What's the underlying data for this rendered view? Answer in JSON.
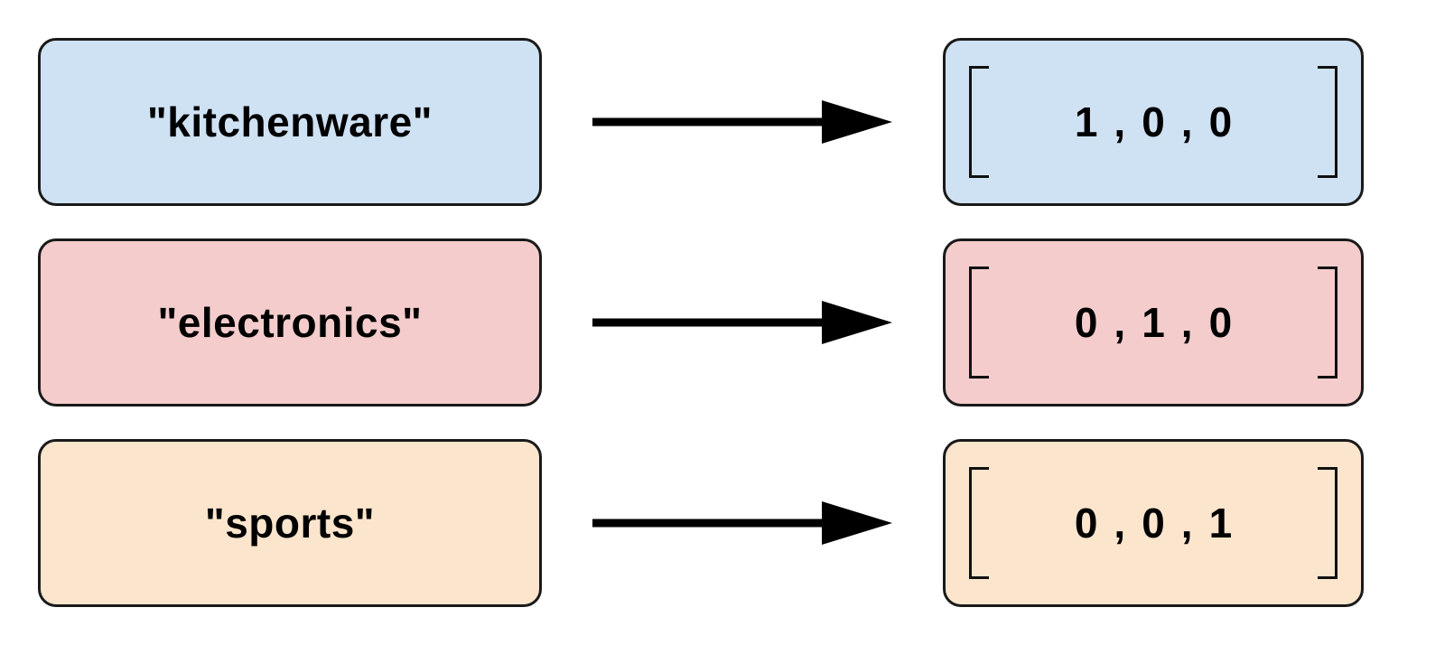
{
  "rows": [
    {
      "label": "\"kitchenware\"",
      "vector": [
        "1",
        "0",
        "0"
      ],
      "color": "#cfe2f3"
    },
    {
      "label": "\"electronics\"",
      "vector": [
        "0",
        "1",
        "0"
      ],
      "color": "#f4cccc"
    },
    {
      "label": "\"sports\"",
      "vector": [
        "0",
        "0",
        "1"
      ],
      "color": "#fce5cd"
    }
  ],
  "punctuation": {
    "comma": ","
  },
  "colors": {
    "stroke": "#1a1a1a",
    "arrow": "#000000"
  }
}
